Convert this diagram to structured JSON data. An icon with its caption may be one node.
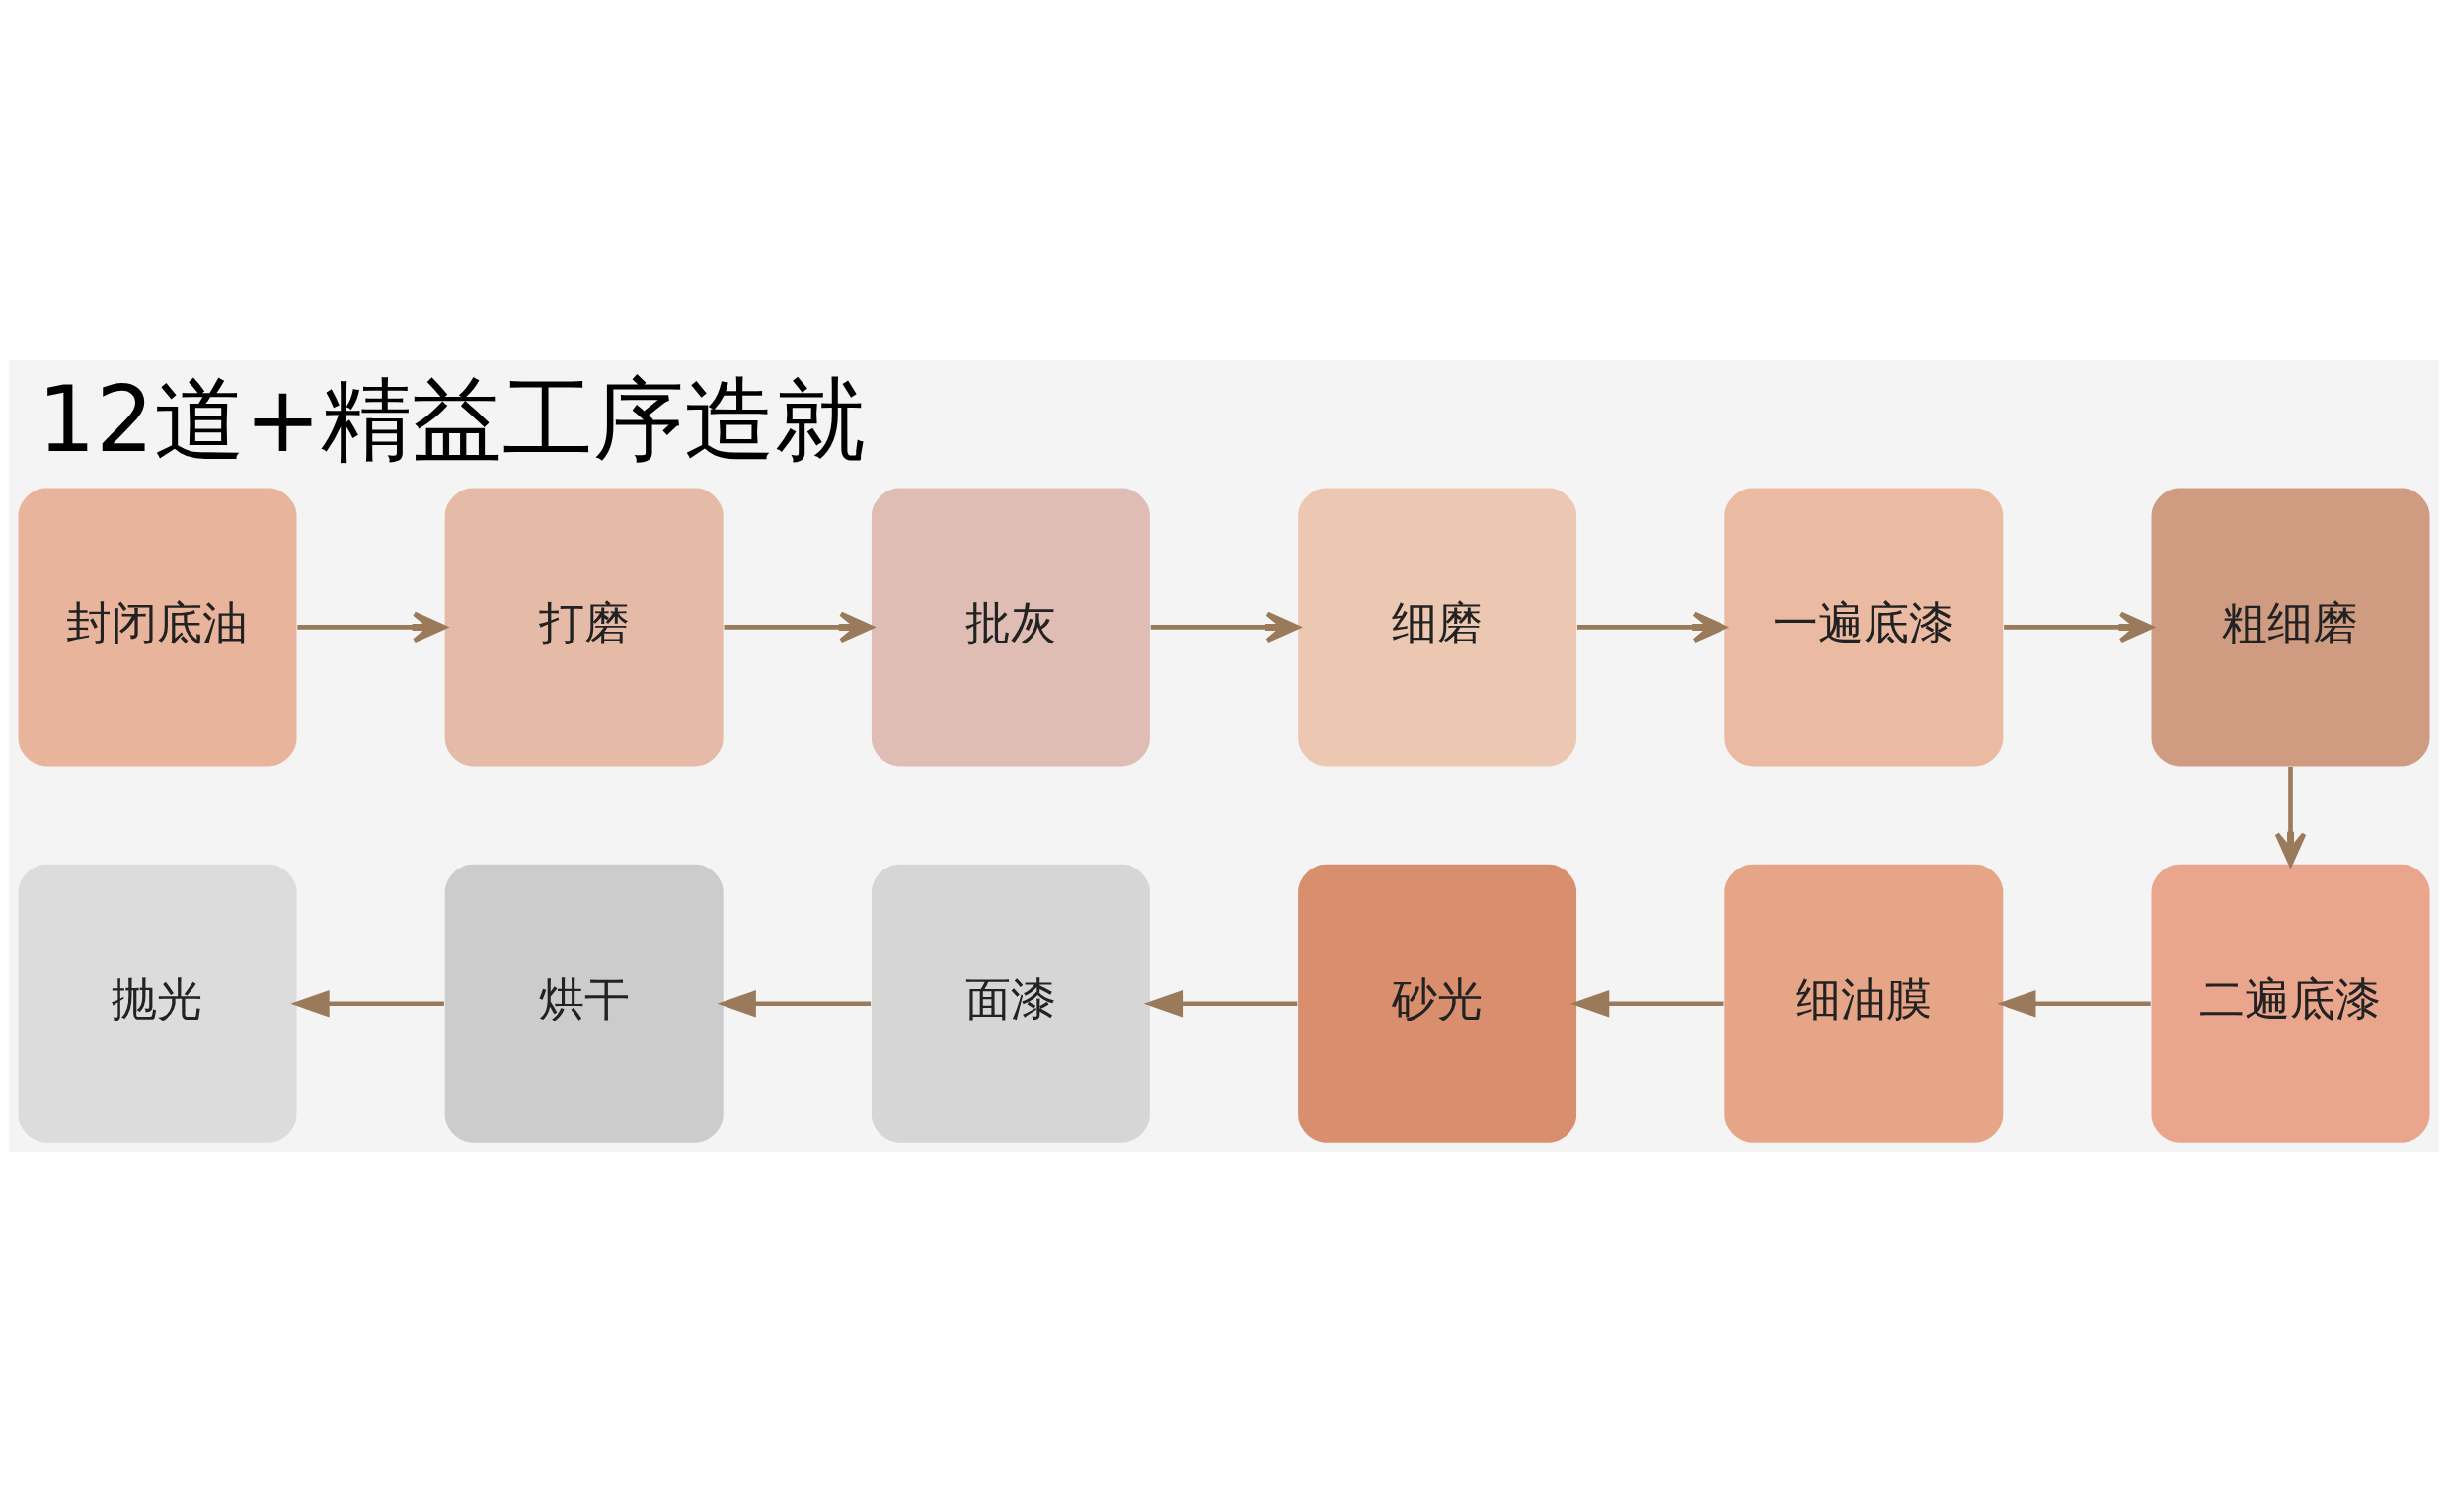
{
  "diagram": {
    "title": "12道+精益工序造就",
    "nodes": [
      {
        "text": [
          "封闭底油"
        ]
      },
      {
        "text": [
          "打磨"
        ]
      },
      {
        "text": [
          "批灰"
        ]
      },
      {
        "text": [
          "细磨"
        ]
      },
      {
        "text": [
          "一遍底漆"
        ]
      },
      {
        "text": [
          "粗细磨"
        ]
      },
      {
        "text": [
          "二遍底漆"
        ]
      },
      {
        "text": [
          "细油膜"
        ]
      },
      {
        "text": [
          "砂光"
        ]
      },
      {
        "text": [
          "面漆"
        ]
      },
      {
        "text": [
          "烘干"
        ]
      },
      {
        "text": [
          "抛光"
        ]
      }
    ],
    "edges": [
      {
        "from": 0,
        "to": 1,
        "arrow": "to"
      },
      {
        "from": 1,
        "to": 2,
        "arrow": "to"
      },
      {
        "from": 2,
        "to": 3,
        "arrow": "to"
      },
      {
        "from": 3,
        "to": 4,
        "arrow": "to"
      },
      {
        "from": 4,
        "to": 5,
        "arrow": "to"
      },
      {
        "from": 5,
        "to": 6,
        "arrow": "to"
      },
      {
        "from": 6,
        "to": 7,
        "arrow": "to"
      },
      {
        "from": 7,
        "to": 8,
        "arrow": "to"
      },
      {
        "from": 8,
        "to": 9,
        "arrow": "to"
      },
      {
        "from": 9,
        "to": 10,
        "arrow": "to"
      },
      {
        "from": 10,
        "to": 11,
        "arrow": "to"
      }
    ]
  }
}
